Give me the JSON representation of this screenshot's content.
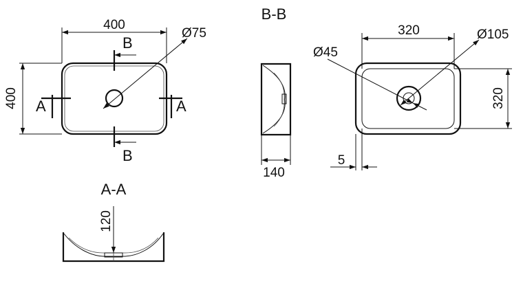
{
  "top_view": {
    "width_dim": "400",
    "height_dim": "400",
    "drain_dim": "Ø75",
    "section_a_left": "A",
    "section_a_right": "A",
    "section_b_top": "B",
    "section_b_bottom": "B"
  },
  "section_bb": {
    "title": "B-B",
    "depth_dim": "140"
  },
  "inner_view": {
    "width_dim": "320",
    "height_dim": "320",
    "outer_drain_dim": "Ø105",
    "inner_drain_dim": "Ø45",
    "wall_dim": "5"
  },
  "section_aa": {
    "title": "A-A",
    "depth_dim": "120"
  }
}
